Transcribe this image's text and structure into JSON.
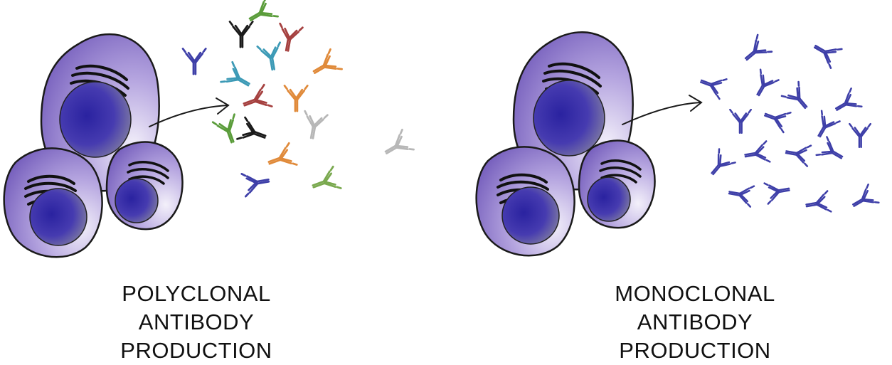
{
  "diagram": {
    "panels": [
      {
        "id": "polyclonal",
        "caption_lines": [
          "POLYCLONAL",
          "ANTIBODY",
          "PRODUCTION"
        ]
      },
      {
        "id": "monoclonal",
        "caption_lines": [
          "MONOCLONAL",
          "ANTIBODY",
          "PRODUCTION"
        ]
      }
    ],
    "colors": {
      "cell_body": "#8a73c9",
      "cell_highlight": "#efeaf8",
      "nucleus": "#3a2fa6",
      "nucleus_rim": "#7a7794",
      "outline": "#1a1a1a",
      "monoclonal_antibody": "#3e3fa8",
      "polyclonal_antibodies": [
        "#5a9c3a",
        "#1a1a1a",
        "#a5403f",
        "#3c9ab6",
        "#e08a3a",
        "#3e3fa8",
        "#b7b7b7",
        "#7aa94f"
      ]
    }
  }
}
